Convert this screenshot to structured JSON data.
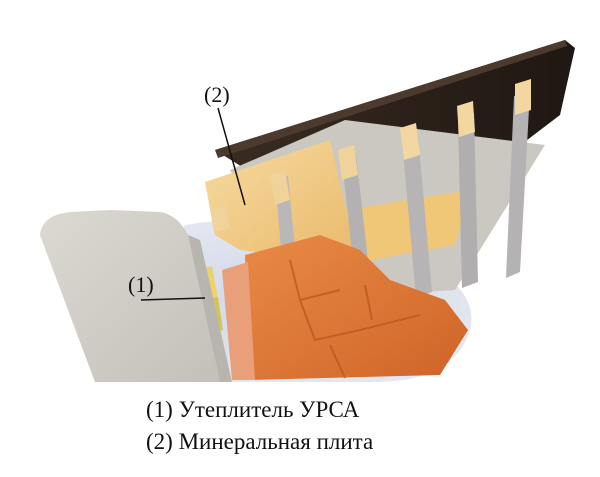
{
  "callouts": {
    "one": "(1)",
    "two": "(2)"
  },
  "legend": {
    "line1": "(1) Утеплитель УРСА",
    "line2": "(2) Минеральная плита"
  },
  "colors": {
    "background": "#ffffff",
    "wall_gray": "#d2cec8",
    "insulation_yellow": "#f2cf8a",
    "brick_orange": "#e07a3a",
    "roof_dark": "#2e2219",
    "steel_beam": "#b5b3b4",
    "wood_block": "#efd39a",
    "floor_shadow": "#d6dbe9"
  }
}
